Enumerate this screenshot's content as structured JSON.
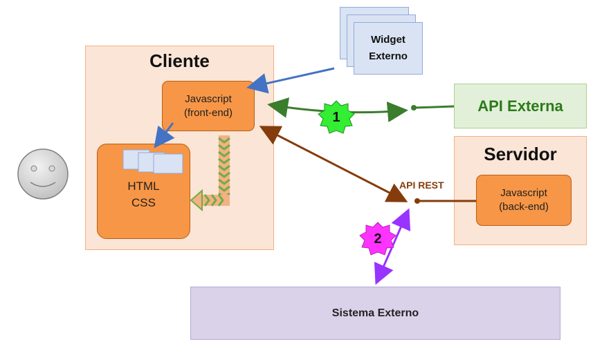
{
  "cliente": {
    "title": "Cliente"
  },
  "js_front": {
    "line1": "Javascript",
    "line2": "(front-end)"
  },
  "html_css": {
    "line1": "HTML",
    "line2": "CSS"
  },
  "widget": {
    "line1": "Widget",
    "line2": "Externo"
  },
  "api_externa": {
    "label": "API Externa"
  },
  "servidor": {
    "title": "Servidor"
  },
  "js_back": {
    "line1": "Javascript",
    "line2": "(back-end)"
  },
  "api_rest": {
    "label": "API REST"
  },
  "sistema": {
    "label": "Sistema Externo"
  },
  "badges": {
    "one": "1",
    "two": "2"
  },
  "colors": {
    "green_arrow": "#3a7d2c",
    "brown_arrow": "#843c0c",
    "purple_arrow": "#9933ff",
    "blue_arrow": "#4472c4",
    "badge1": "#33ee33",
    "badge2": "#ff33ff"
  }
}
